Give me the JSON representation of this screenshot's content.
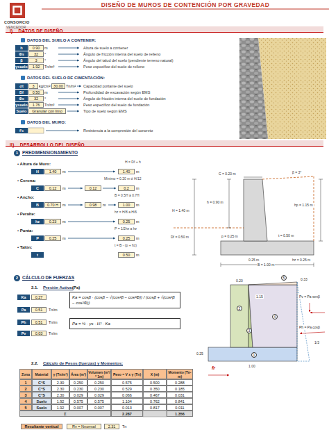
{
  "diagram": {
    "title": "DISEÑO DE MUROS DE CONTENCIÓN POR GRAVEDAD",
    "nodes": [
      {
        "text": [
          "I)",
          "DATOS DE DISEÑO"
        ]
      },
      {
        "text": [
          "II)",
          "DESARROLLO DEL DISEÑO"
        ]
      },
      {
        "text": [
          "Ka = cosβ · (cosβ − √(cos²β − cos²Φ)) / (cosβ + √(cos²β − cos²Φ))"
        ]
      },
      {
        "text": [
          "Pa = ½ · γs · H² · Ka"
        ]
      }
    ],
    "labels": [
      "CONSORCIO",
      "VENCEDOR",
      "DATOS DEL SUELO A CONTENER:",
      "h",
      "0.90",
      "m",
      "Altura de suelo a contener",
      "Φs",
      "32",
      "°",
      "Ángulo de fricción interna del suelo de relleno",
      "β",
      "3",
      "°",
      "Ángulo del talud del suelo (pendiente terreno natural)",
      "γsuelo",
      "1.92",
      "Tn/m³",
      "Peso específico del suelo de relleno",
      "DATOS DEL SUELO DE CIMENTACIÓN:",
      "σt",
      "3",
      "kg/cm²",
      "30.00",
      "Tn/m²",
      "Capacidad portante del suelo",
      "Df",
      "0.50",
      "m",
      "Profundidad de excavación según EMS",
      "Φc",
      "32",
      "°",
      "Ángulo de fricción interna del suelo de fundación",
      "γsuelo",
      "1.76",
      "Tn/m³",
      "Peso específico del suelo de fundación",
      "Suelo",
      "Granular con limo",
      "Tipo de suelo según EMS",
      "DATOS DEL MURO:",
      "f'c",
      "Resistencia a la compresión del concreto",
      "1",
      "PREDIMENSIONAMIENTO",
      "• Altura de Muro:",
      "H = Df + h",
      "H",
      "1.40",
      "m",
      "1.40",
      "m",
      "• Corona:",
      "Mínimo = 0.20 m ó H/12",
      "C",
      "0.12",
      "m",
      "0.12",
      "0.2",
      "m",
      "• Ancho:",
      "B = 0.5H a 0.7H",
      "B",
      "0.70 H",
      "m",
      "0.98",
      "m",
      "1.00",
      "m",
      "• Peralte:",
      "hz = H/8 a H/6",
      "hz",
      "0.23",
      "m",
      "0.25",
      "m",
      "• Punta:",
      "P = 1/2hz a hz",
      "P",
      "0.25",
      "m",
      "0.25",
      "m",
      "• Talón:",
      "t = B - (p + hz)",
      "t",
      "0.50",
      "m",
      "C = 0.20 m",
      "β = 3°",
      "h = 0.90 m",
      "H = 1.40 m",
      "hp = 1.15 m",
      "Df = 0.50 m",
      "p = 0.25 m",
      "t = 0.50 m",
      "hz = 0.25 m",
      "0.25 m",
      "B = 1.00 m",
      "2",
      "CÁLCULO DE FUERZAS",
      "2.1.",
      "Presión Activa:",
      "(Pa)",
      "Ka",
      "0.27",
      "Pa",
      "0.51",
      "Tn/m",
      "Ph",
      "0.51",
      "Tn/m",
      "Pv",
      "0.03",
      "Tn/m",
      "5",
      "4",
      "3",
      "2",
      "1",
      "0.33",
      "0.20",
      "1.15",
      "0.25",
      "1.00",
      "1/3",
      "Pv = Pa senβ",
      "Ph = Pa cosβ",
      "fr",
      "2.2.",
      "Cálculo de Pesos (fuerzas) y Momentos:",
      "Zona",
      "Material",
      "γ (Tn/m³)",
      "Área (m²)",
      "Volumen (m³/ * 1m)",
      "Peso = V x γ (Tn)",
      "X (m)",
      "Momento (Tn-m)",
      "1",
      "C°S",
      "2.30",
      "0.250",
      "0.250",
      "0.575",
      "0.500",
      "0.288",
      "2",
      "C°S",
      "2.30",
      "0.230",
      "0.230",
      "0.529",
      "0.350",
      "0.185",
      "3",
      "C°S",
      "2.30",
      "0.029",
      "0.029",
      "0.066",
      "0.467",
      "0.031",
      "4",
      "Suelo",
      "1.92",
      "0.575",
      "0.575",
      "1.104",
      "0.762",
      "0.841",
      "5",
      "Suelo",
      "1.92",
      "0.007",
      "0.007",
      "0.013",
      "0.817",
      "0.011",
      "Σ",
      "2.287",
      "1.356",
      "Resultante vertical",
      "Rv = Nnormal",
      "2.31",
      "Tn"
    ]
  }
}
